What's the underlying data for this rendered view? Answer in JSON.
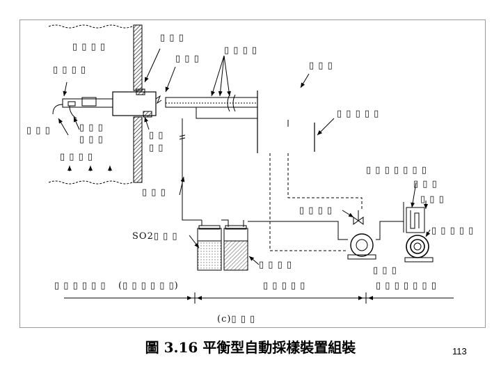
{
  "figure": {
    "caption": "圖 3.16 平衡型自動採樣裝置組裝",
    "page_number": "113"
  },
  "labels": {
    "l1": "▯ ▯ ▯",
    "l2": "▯ ▯ ▯ ▯",
    "l3": "▯ ▯ ▯",
    "l4": "▯ ▯ ▯ ▯",
    "l5": "▯ ▯ ▯ ▯",
    "l6": "▯ ▯ ▯",
    "l7": "▯ ▯ ▯ ▯ ▯",
    "l8": "▯ ▯ ▯",
    "l9": "▯ ▯ ▯",
    "l10": "▯ ▯ ▯",
    "l11": "▯ ▯",
    "l12": "▯ ▯",
    "l13": "▯ ▯ ▯ ▯",
    "l14": "▯ ▯ ▯ ▯ ▯ ▯ ▯",
    "l15": "▯ ▯ ▯",
    "l16": "▯ ▯ ▯",
    "l17": "▯ ▯ ▯",
    "l18": "▯ ▯ ▯ ▯",
    "l19": "SO2▯ ▯ ▯",
    "l20": "▯ ▯ ▯ ▯ ▯",
    "l21": "▯ ▯ ▯ ▯",
    "l22": "▯ ▯ ▯",
    "l23": "▯ ▯ ▯ ▯ ▯ ▯",
    "l24": "(▯ ▯ ▯ ▯ ▯ ▯)",
    "l25": "▯ ▯ ▯ ▯ ▯",
    "l26": "▯ ▯ ▯ ▯ ▯ ▯ ▯",
    "l27": "(c)▯ ▯ ▯"
  }
}
